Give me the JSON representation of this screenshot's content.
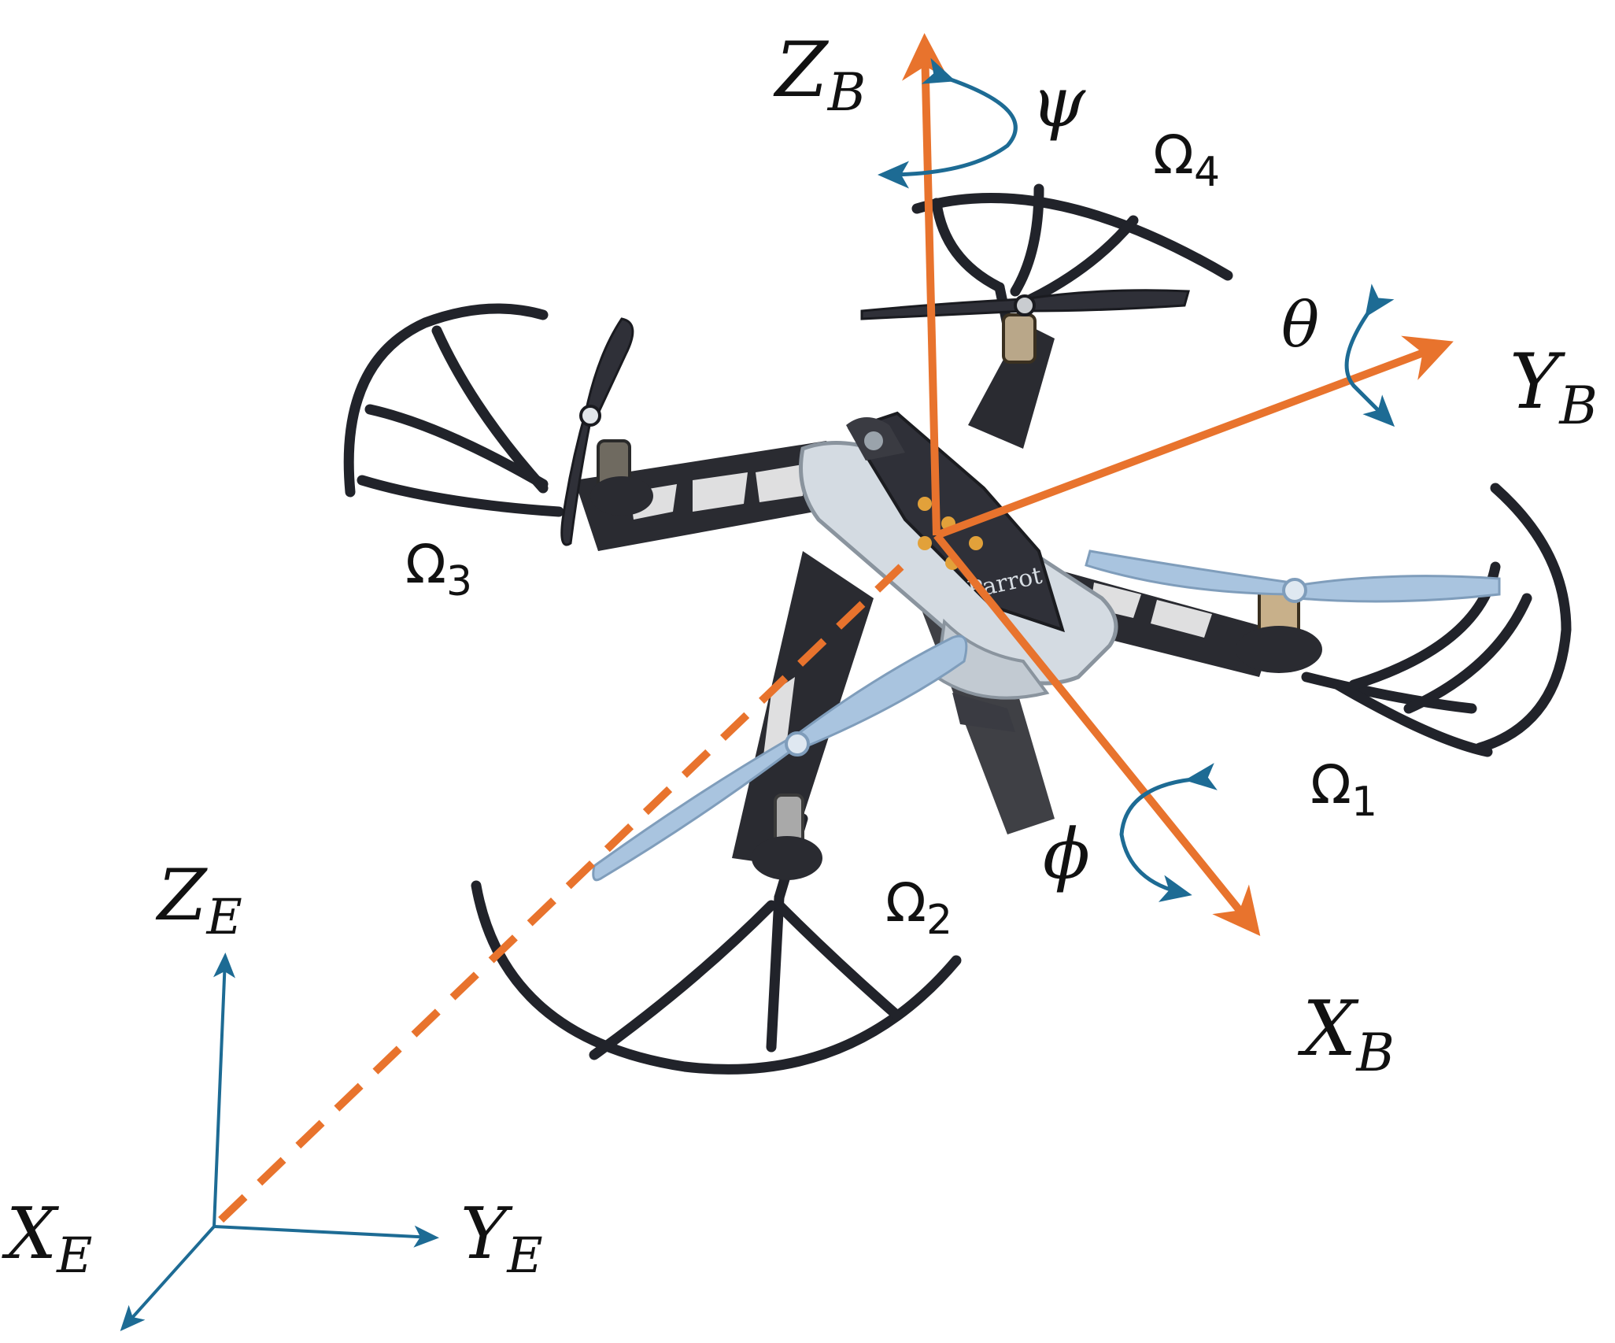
{
  "labels": {
    "body_z": "Z",
    "body_z_sub": "B",
    "body_y": "Y",
    "body_y_sub": "B",
    "body_x": "X",
    "body_x_sub": "B",
    "earth_z": "Z",
    "earth_z_sub": "E",
    "earth_y": "Y",
    "earth_y_sub": "E",
    "earth_x": "X",
    "earth_x_sub": "E",
    "yaw": "ψ",
    "pitch": "θ",
    "roll": "ϕ",
    "rotor1": "Ω",
    "rotor1_sub": "1",
    "rotor2": "Ω",
    "rotor2_sub": "2",
    "rotor3": "Ω",
    "rotor3_sub": "3",
    "rotor4": "Ω",
    "rotor4_sub": "4",
    "brand": "Parrot"
  },
  "colors": {
    "body_axes": "#e8732d",
    "earth_axes": "#1d6b94",
    "rotation_arrows": "#1d6b94",
    "drone_frame": "#21232a",
    "drone_shell": "#d4dbe2",
    "propeller_light": "#a9c4df",
    "propeller_dark": "#2f3038"
  }
}
